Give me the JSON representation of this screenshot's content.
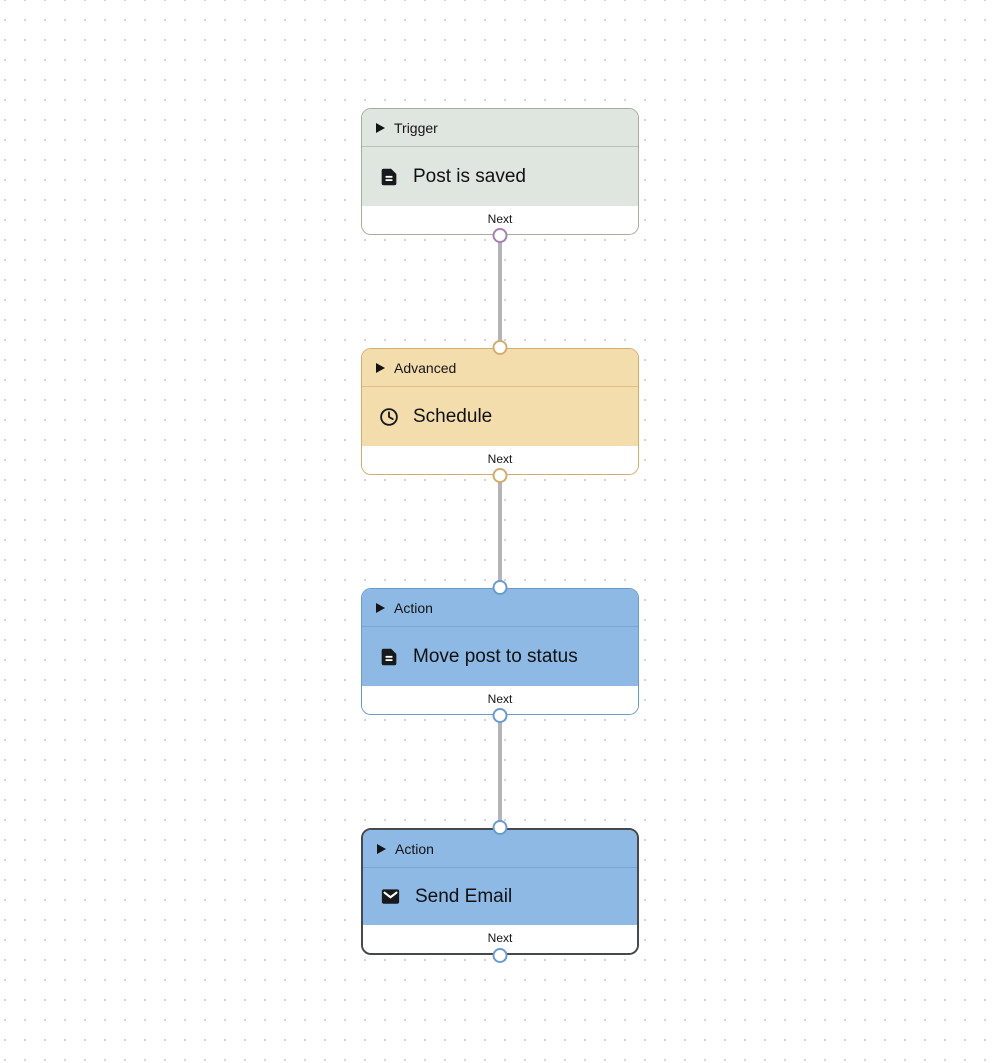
{
  "canvas": {
    "background_color": "#ffffff",
    "dot_grid_color": "#d5d5d7",
    "connector_color": "#b4b4b8",
    "selected_border_color": "#45484c"
  },
  "nodes": [
    {
      "category": "Trigger",
      "title": "Post is saved",
      "footer_label": "Next",
      "header_icon": "play-triangle-icon",
      "body_icon": "document-icon",
      "selected": false,
      "colors": {
        "fill": "#dfe5df",
        "border": "#a5ad9f",
        "divider": "#b9c1b8",
        "port-bottom": "#a87fb2"
      }
    },
    {
      "category": "Advanced",
      "title": "Schedule",
      "footer_label": "Next",
      "header_icon": "play-triangle-icon",
      "body_icon": "clock-icon",
      "selected": false,
      "colors": {
        "fill": "#f4ddad",
        "border": "#d2ae6e",
        "divider": "#ddc18a",
        "port-top": "#d2ae6e",
        "port-bottom": "#d2ae6e"
      }
    },
    {
      "category": "Action",
      "title": "Move post to status",
      "footer_label": "Next",
      "header_icon": "play-triangle-icon",
      "body_icon": "document-icon",
      "selected": false,
      "colors": {
        "fill": "#8db9e4",
        "border": "#6b9bcd",
        "divider": "#7aa6d5",
        "port-top": "#6b9bcd",
        "port-bottom": "#6b9bcd"
      }
    },
    {
      "category": "Action",
      "title": "Send Email",
      "footer_label": "Next",
      "header_icon": "play-triangle-icon",
      "body_icon": "mail-icon",
      "selected": true,
      "colors": {
        "fill": "#8db9e4",
        "border": "#45484c",
        "divider": "#7aa6d5",
        "port-top": "#6b9bcd",
        "port-bottom": "#6b9bcd"
      }
    }
  ],
  "edges": [
    {
      "from": "Post is saved",
      "to": "Schedule"
    },
    {
      "from": "Schedule",
      "to": "Move post to status"
    },
    {
      "from": "Move post to status",
      "to": "Send Email"
    }
  ]
}
